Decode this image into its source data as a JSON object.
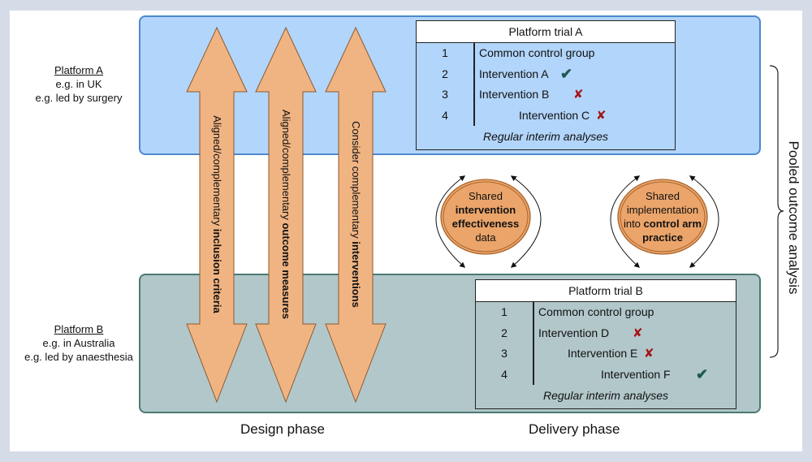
{
  "platform_a": {
    "name": "Platform A",
    "lines": [
      "e.g. in UK",
      "e.g. led by surgery"
    ]
  },
  "platform_b": {
    "name": "Platform B",
    "lines": [
      "e.g. in Australia",
      "e.g. led by anaesthesia"
    ]
  },
  "arrows": [
    {
      "text_regular": "Aligned/complementary ",
      "text_bold": "inclusion criteria"
    },
    {
      "text_regular": "Aligned/complementary ",
      "text_bold": "outcome measures"
    },
    {
      "text_regular": "Consider complementary ",
      "text_bold": "interventions"
    }
  ],
  "trial_a": {
    "title": "Platform trial A",
    "rows": [
      {
        "num": "1",
        "label": "Common control group",
        "status": ""
      },
      {
        "num": "2",
        "label": "Intervention A",
        "status": "success"
      },
      {
        "num": "3",
        "label": "Intervention B",
        "status": "fail"
      },
      {
        "num": "4",
        "label": "Intervention C",
        "status": "fail"
      }
    ],
    "footer": "Regular interim analyses"
  },
  "trial_b": {
    "title": "Platform trial B",
    "rows": [
      {
        "num": "1",
        "label": "Common control group",
        "status": ""
      },
      {
        "num": "2",
        "label": "Intervention D",
        "status": "fail"
      },
      {
        "num": "3",
        "label": "Intervention E",
        "status": "fail"
      },
      {
        "num": "4",
        "label": "Intervention F",
        "status": "success"
      }
    ],
    "footer": "Regular interim analyses"
  },
  "shared": [
    {
      "line1": "Shared",
      "bold1": "intervention",
      "bold2": "effectiveness",
      "line4": "data"
    },
    {
      "line1": "Shared",
      "line2": "implementation",
      "line3_regular": "into ",
      "line3_bold": "control arm",
      "bold4": "practice"
    }
  ],
  "icons": {
    "success": "check-icon",
    "fail": "cross-icon",
    "check_glyph": "✔",
    "cross_glyph": "✘"
  },
  "pooled_label": "Pooled outcome analysis",
  "phases": {
    "design": "Design phase",
    "delivery": "Delivery phase"
  },
  "colors": {
    "band_a_fill": "#b2d5fb",
    "band_a_border": "#4d88cf",
    "band_b_fill": "#b2c7ca",
    "band_b_border": "#4a7a72",
    "arrow_fill": "#f0b483",
    "arrow_stroke": "#8c5a2e",
    "check": "#1e5a4e",
    "cross": "#a41618"
  }
}
